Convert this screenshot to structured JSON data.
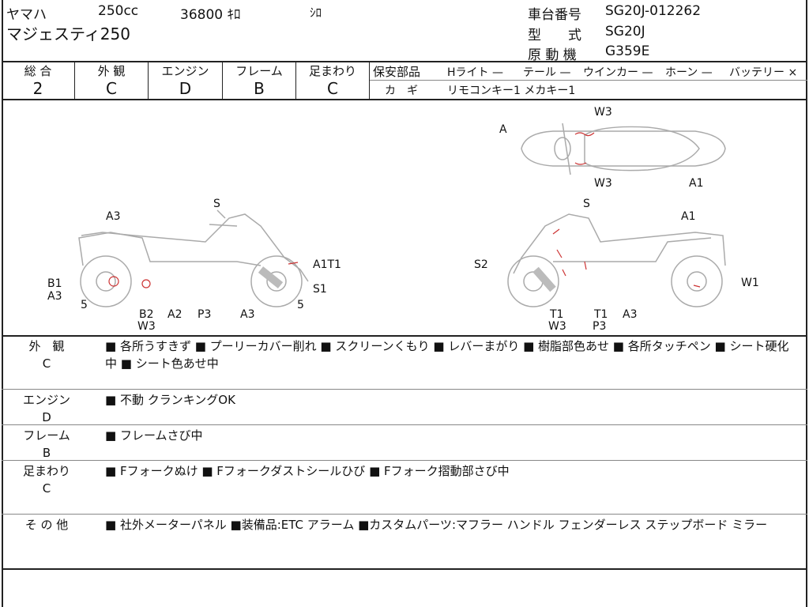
{
  "header": {
    "maker": "ヤマハ",
    "displacement": "250cc",
    "mileage": "36800 ｷﾛ",
    "color": "ｼﾛ",
    "model_name": "マジェスティ250",
    "frame_no_label": "車台番号",
    "frame_no": "SG20J-012262",
    "type_label": "型　　式",
    "type": "SG20J",
    "engine_label": "原 動 機",
    "engine": "G359E"
  },
  "grades": [
    {
      "label": "総 合",
      "value": "2"
    },
    {
      "label": "外 観",
      "value": "C"
    },
    {
      "label": "エンジン",
      "value": "D"
    },
    {
      "label": "フレーム",
      "value": "B"
    },
    {
      "label": "足まわり",
      "value": "C"
    }
  ],
  "safety": {
    "label": "保安部品",
    "items": [
      "Hライト —",
      "テール —",
      "ウインカー —",
      "ホーン —",
      "バッテリー ×"
    ],
    "key_label": "カ　ギ",
    "key_value": "リモコンキー1 メカキー1"
  },
  "diagram": {
    "top_view": [
      "A",
      "W3",
      "W3",
      "A1"
    ],
    "left_view": [
      "S",
      "A3",
      "A1T1",
      "B1",
      "A3",
      "S1",
      "5",
      "B2",
      "W3",
      "A2",
      "P3",
      "A3",
      "5"
    ],
    "right_view": [
      "S",
      "A1",
      "S2",
      "W1",
      "T1",
      "W3",
      "T1",
      "P3",
      "A3"
    ]
  },
  "notes": [
    {
      "label": "外　観",
      "grade": "C",
      "text": "■ 各所うすきず ■ プーリーカバー削れ ■ スクリーンくもり ■ レバーまがり ■ 樹脂部色あせ ■ 各所タッチペン ■ シート硬化中 ■ シート色あせ中"
    },
    {
      "label": "エンジン",
      "grade": "D",
      "text": "■ 不動 クランキングOK"
    },
    {
      "label": "フレーム",
      "grade": "B",
      "text": "■ フレームさび中"
    },
    {
      "label": "足まわり",
      "grade": "C",
      "text": "■ Fフォークぬけ ■ Fフォークダストシールひび ■ Fフォーク摺動部さび中"
    },
    {
      "label": "そ の 他",
      "grade": "",
      "text": "■ 社外メーターパネル ■装備品:ETC アラーム ■カスタムパーツ:マフラー ハンドル フェンダーレス ステップボード ミラー"
    }
  ]
}
